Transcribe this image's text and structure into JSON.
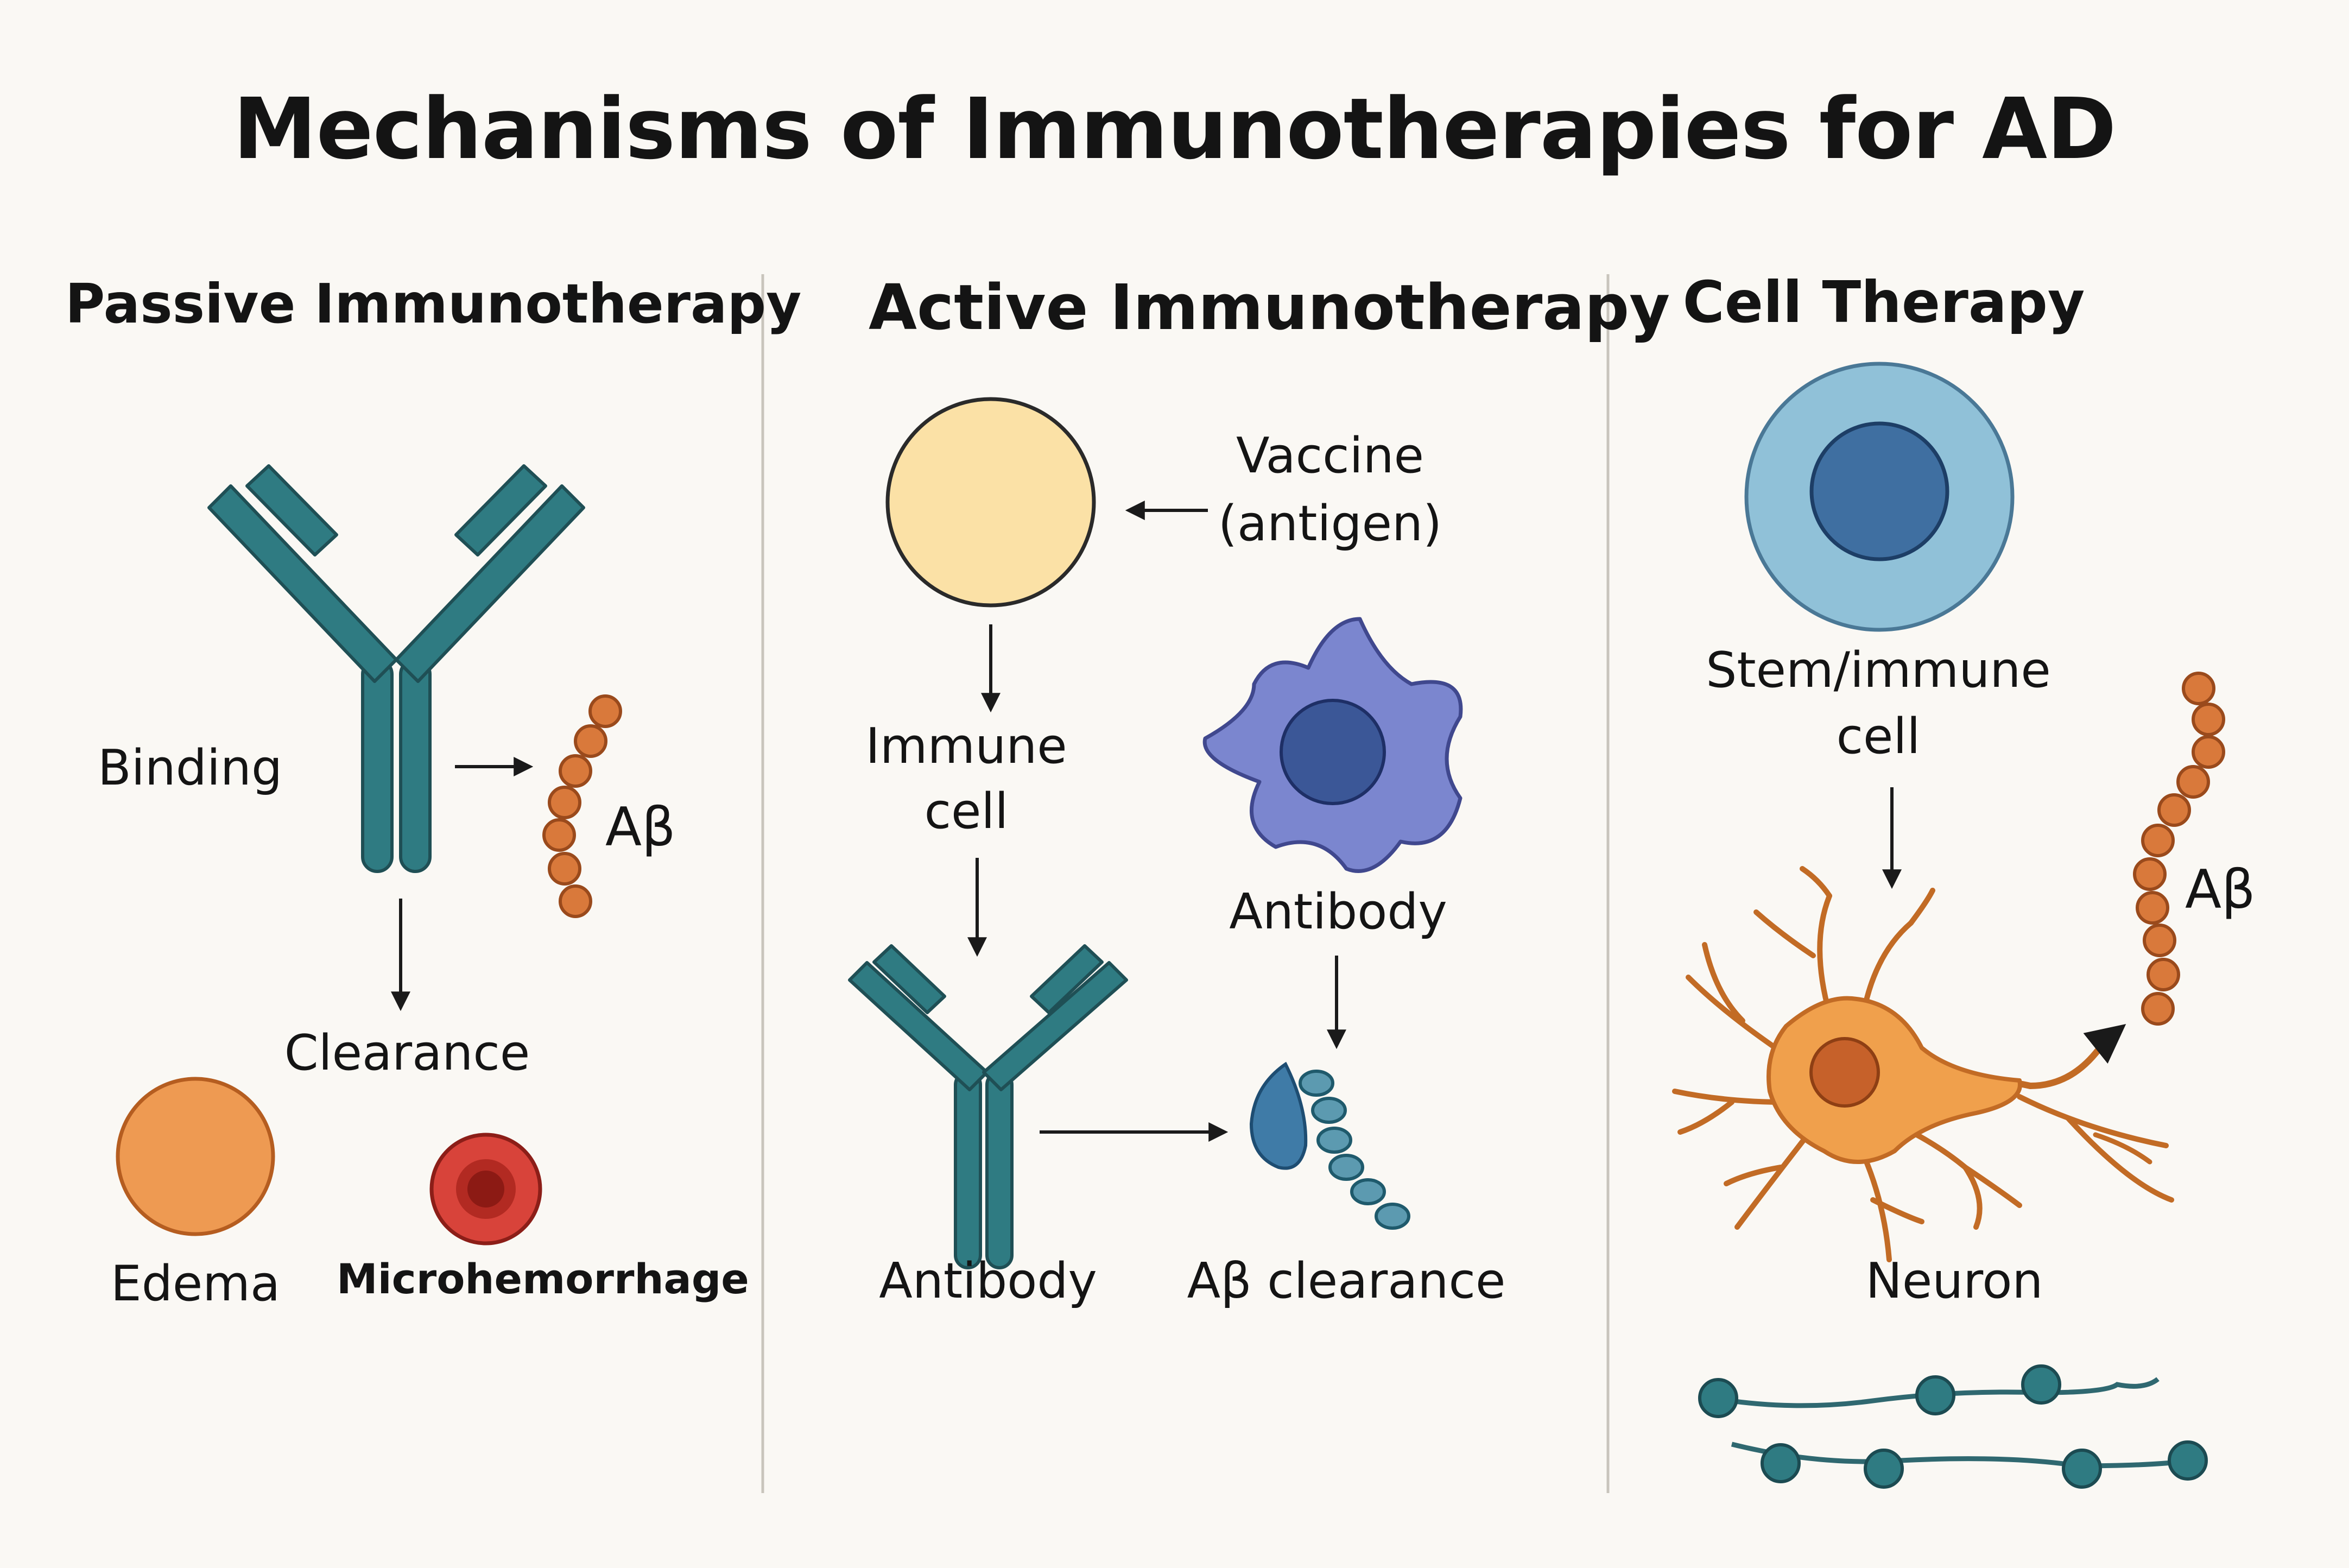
{
  "title": "Mechanisms of Immunotherapies for AD",
  "colors": {
    "background": "#faf8f4",
    "antibody_teal": "#2f7b82",
    "amyloid_orange": "#d9793b",
    "immune_cell_yellow": "#fbe1a6",
    "dendritic_blue": "#7b86cf",
    "stem_cell_blue": "#90c1d8",
    "neuron_orange": "#f0a04c",
    "edema_orange": "#ee9a52",
    "microhemorrhage_red": "#d8433a"
  },
  "panels": {
    "passive": {
      "heading": "Passive Immunotherapy",
      "binding": "Binding",
      "abeta": "Aβ",
      "clearance": "Clearance",
      "edema": "Edema",
      "microhemorrhage": "Microhemorrhage"
    },
    "active": {
      "heading": "Active Immunotherapy",
      "vaccine_line1": "Vaccine",
      "vaccine_line2": "(antigen)",
      "immune_cell_line1": "Immune",
      "immune_cell_line2": "cell",
      "antibody_right": "Antibody",
      "antibody_bottom": "Antibody",
      "abeta_clearance": "Aβ clearance"
    },
    "cell": {
      "heading": "Cell Therapy",
      "stem_line1": "Stem/immune",
      "stem_line2": "cell",
      "abeta": "Aβ",
      "neuron": "Neuron"
    }
  }
}
